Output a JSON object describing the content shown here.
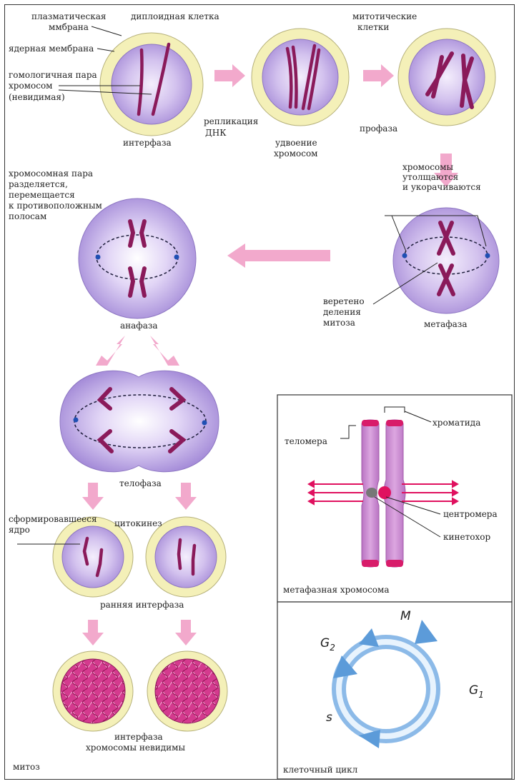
{
  "colors": {
    "cell_fill": "#c8b3e8",
    "outer_ring": "#f4f0b8",
    "chromosome": "#8a1a5a",
    "arrow": "#f2a9cc",
    "cycle_arrow": "#7fb3e6",
    "nucleus_dense": "#c21f7a"
  },
  "labels": {
    "plasma_membrane": [
      "плазматическая",
      "ммбрана"
    ],
    "diploid_cell": "диплоидная клетка",
    "nuclear_membrane": "ядерная мембрана",
    "homologous_pair": [
      "гомологичная пара",
      "хромосом",
      "(невидимая)"
    ],
    "mitotic_cells": [
      "митотические",
      "клетки"
    ],
    "interphase": "интерфаза",
    "dna_replication": [
      "репликация",
      "ДНК"
    ],
    "chromosome_doubling": [
      "удвоение",
      "хромосом"
    ],
    "prophase": "профаза",
    "chromosomes_thicken": [
      "хромосомы",
      "утолщаются",
      "и укорачиваются"
    ],
    "pair_separates": [
      "хромосомная пара",
      "разделяется,",
      "перемещается",
      "к противоположным",
      "полосам"
    ],
    "anaphase": "анафаза",
    "spindle": [
      "веретено",
      "деления",
      "митоза"
    ],
    "metaphase": "метафаза",
    "telophase": "телофаза",
    "formed_nucleus": [
      "сформировавшееся",
      "ядро"
    ],
    "cytokinesis": "цитокинез",
    "early_interphase": "ранняя интерфаза",
    "interphase_invisible": [
      "интерфаза",
      "хромосомы невидимы"
    ],
    "mitosis": "митоз"
  },
  "chromosome_panel": {
    "chromatid": "хроматида",
    "telomere": "теломера",
    "centromere": "центромера",
    "kinetochore": "кинетохор",
    "caption": "метафазная хромосома"
  },
  "cycle_panel": {
    "M": "M",
    "G2": "G",
    "G2_sub": "2",
    "G1": "G",
    "G1_sub": "1",
    "S": "s",
    "caption": "клеточный цикл"
  }
}
